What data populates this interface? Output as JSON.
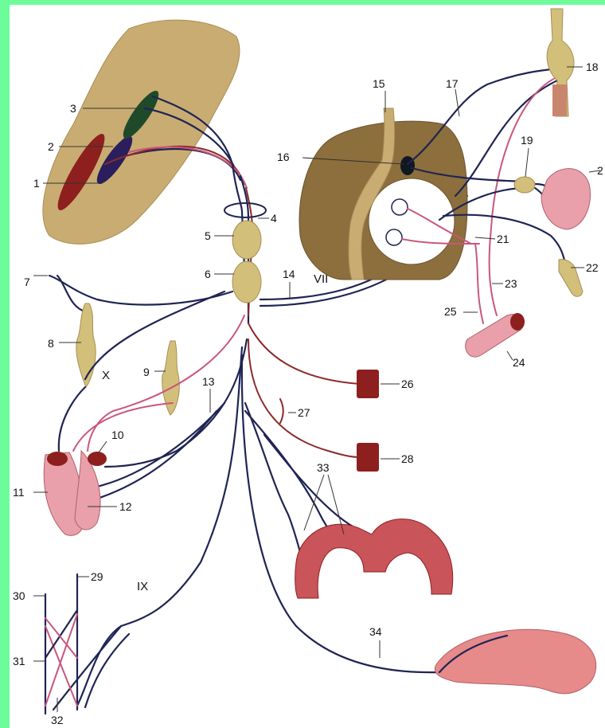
{
  "labels": {
    "n1": "1",
    "n2": "2",
    "n3": "3",
    "n4": "4",
    "n5": "5",
    "n6": "6",
    "n7": "7",
    "n8": "8",
    "n9": "9",
    "n10": "10",
    "n11": "11",
    "n12": "12",
    "n13": "13",
    "n14": "14",
    "n15": "15",
    "n16": "16",
    "n17": "17",
    "n18": "18",
    "n19": "19",
    "n20": "2",
    "n21": "21",
    "n22": "22",
    "n23": "23",
    "n24": "24",
    "n25": "25",
    "n26": "26",
    "n27": "27",
    "n28": "28",
    "n29": "29",
    "n30": "30",
    "n31": "31",
    "n32": "32",
    "n33": "33",
    "n34": "34"
  },
  "roman": {
    "x": "X",
    "vii": "VII",
    "ix": "IX"
  },
  "colors": {
    "frame": "#6dfc9a",
    "brainstem": "#c9ac72",
    "ganglion": "#d2c07a",
    "nerve_dark": "#1f2454",
    "nerve_pink": "#c9577b",
    "nerve_red": "#8c2a2a",
    "gland_pink": "#e9a0aa",
    "muscle": "#8e1f1f"
  }
}
